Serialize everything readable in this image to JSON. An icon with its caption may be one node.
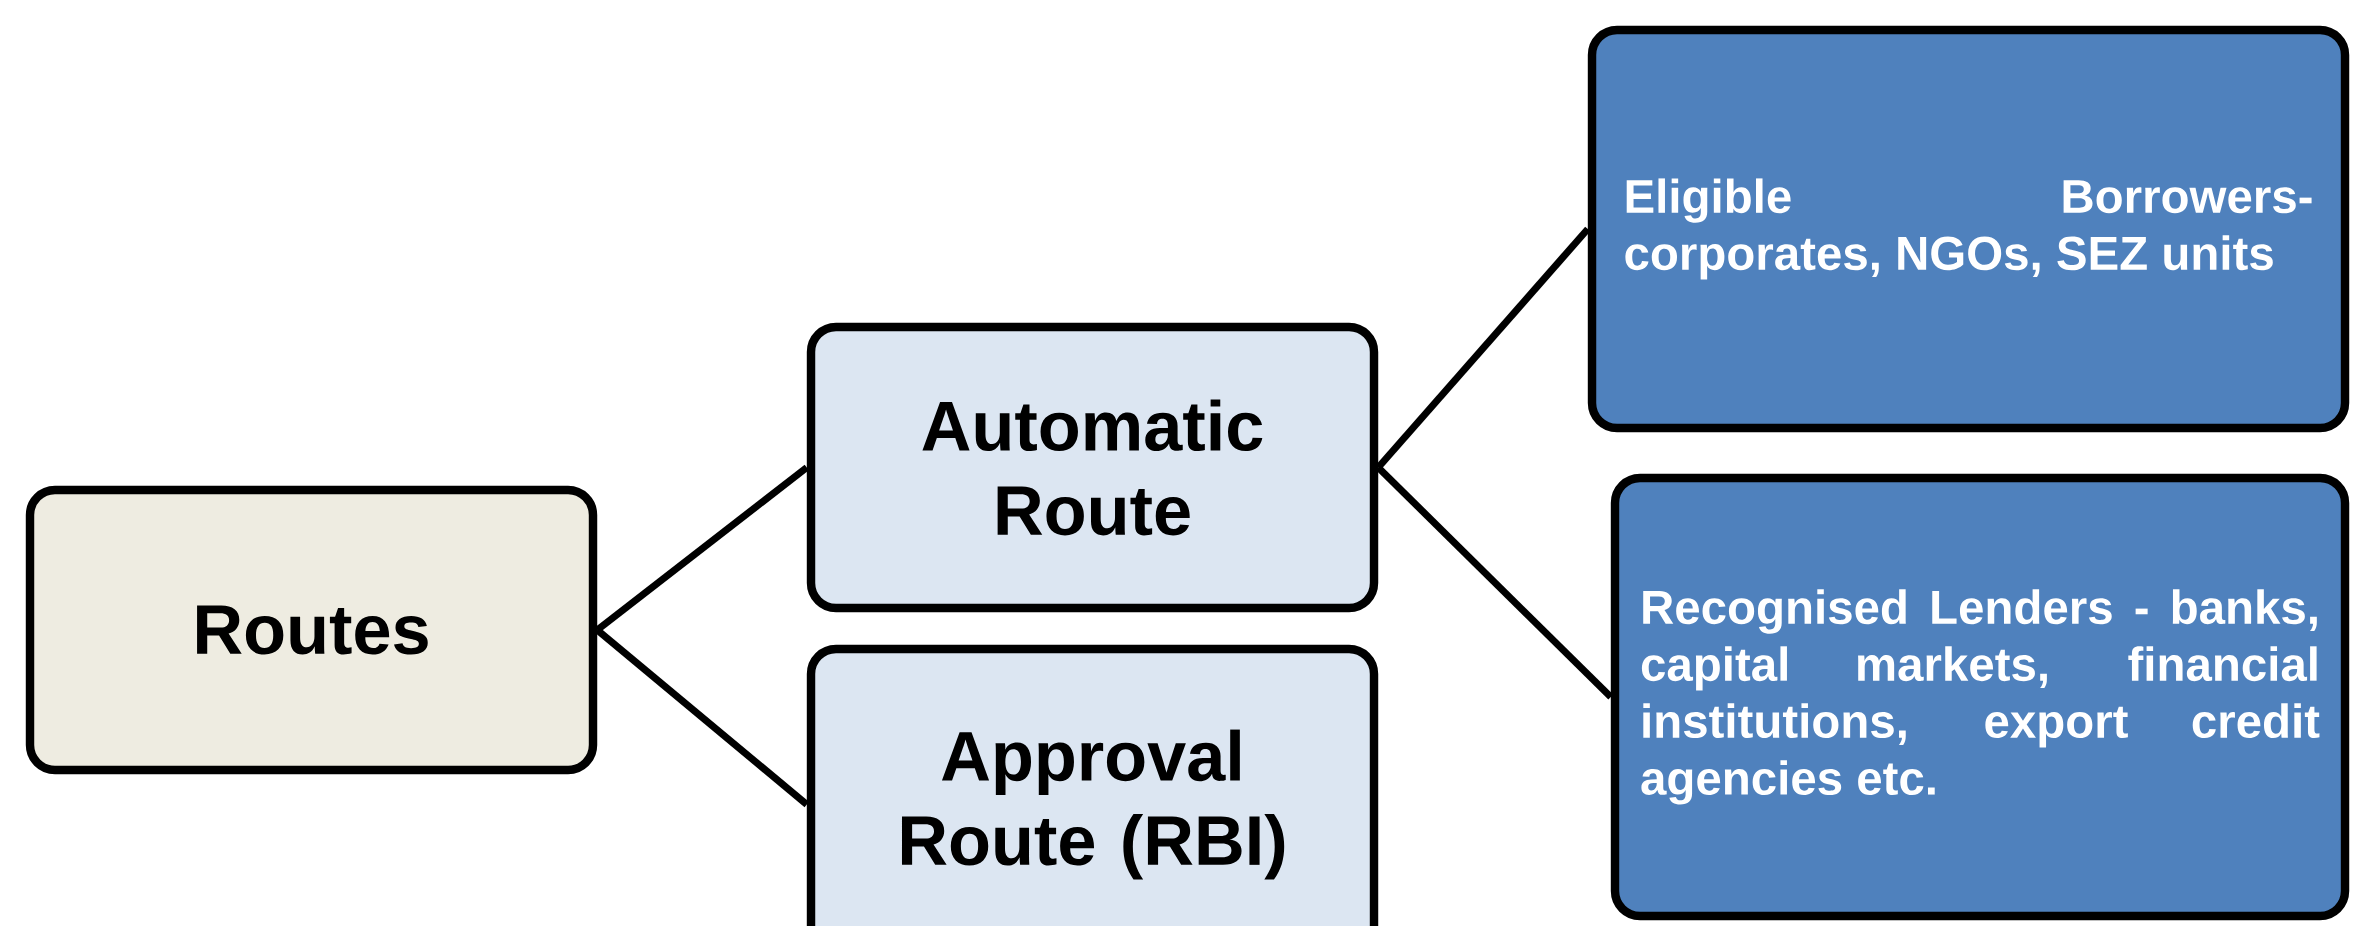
{
  "diagram": {
    "nodes": [
      {
        "text": [
          "Routes"
        ]
      },
      {
        "text": [
          "Automatic Route"
        ]
      },
      {
        "text": [
          "Approval Route (RBI)"
        ]
      },
      {
        "text": [
          "Eligible Borrowers- corporates, NGOs, SEZ units"
        ]
      },
      {
        "text": [
          "Recognised Lenders - banks, capital markets, financial institutions, export credit agencies etc."
        ]
      }
    ],
    "edges": [
      {
        "from": 0,
        "to": 1,
        "arrow": "none"
      },
      {
        "from": 0,
        "to": 2,
        "arrow": "none"
      },
      {
        "from": 1,
        "to": 3,
        "arrow": "none"
      },
      {
        "from": 1,
        "to": 4,
        "arrow": "none"
      }
    ]
  }
}
